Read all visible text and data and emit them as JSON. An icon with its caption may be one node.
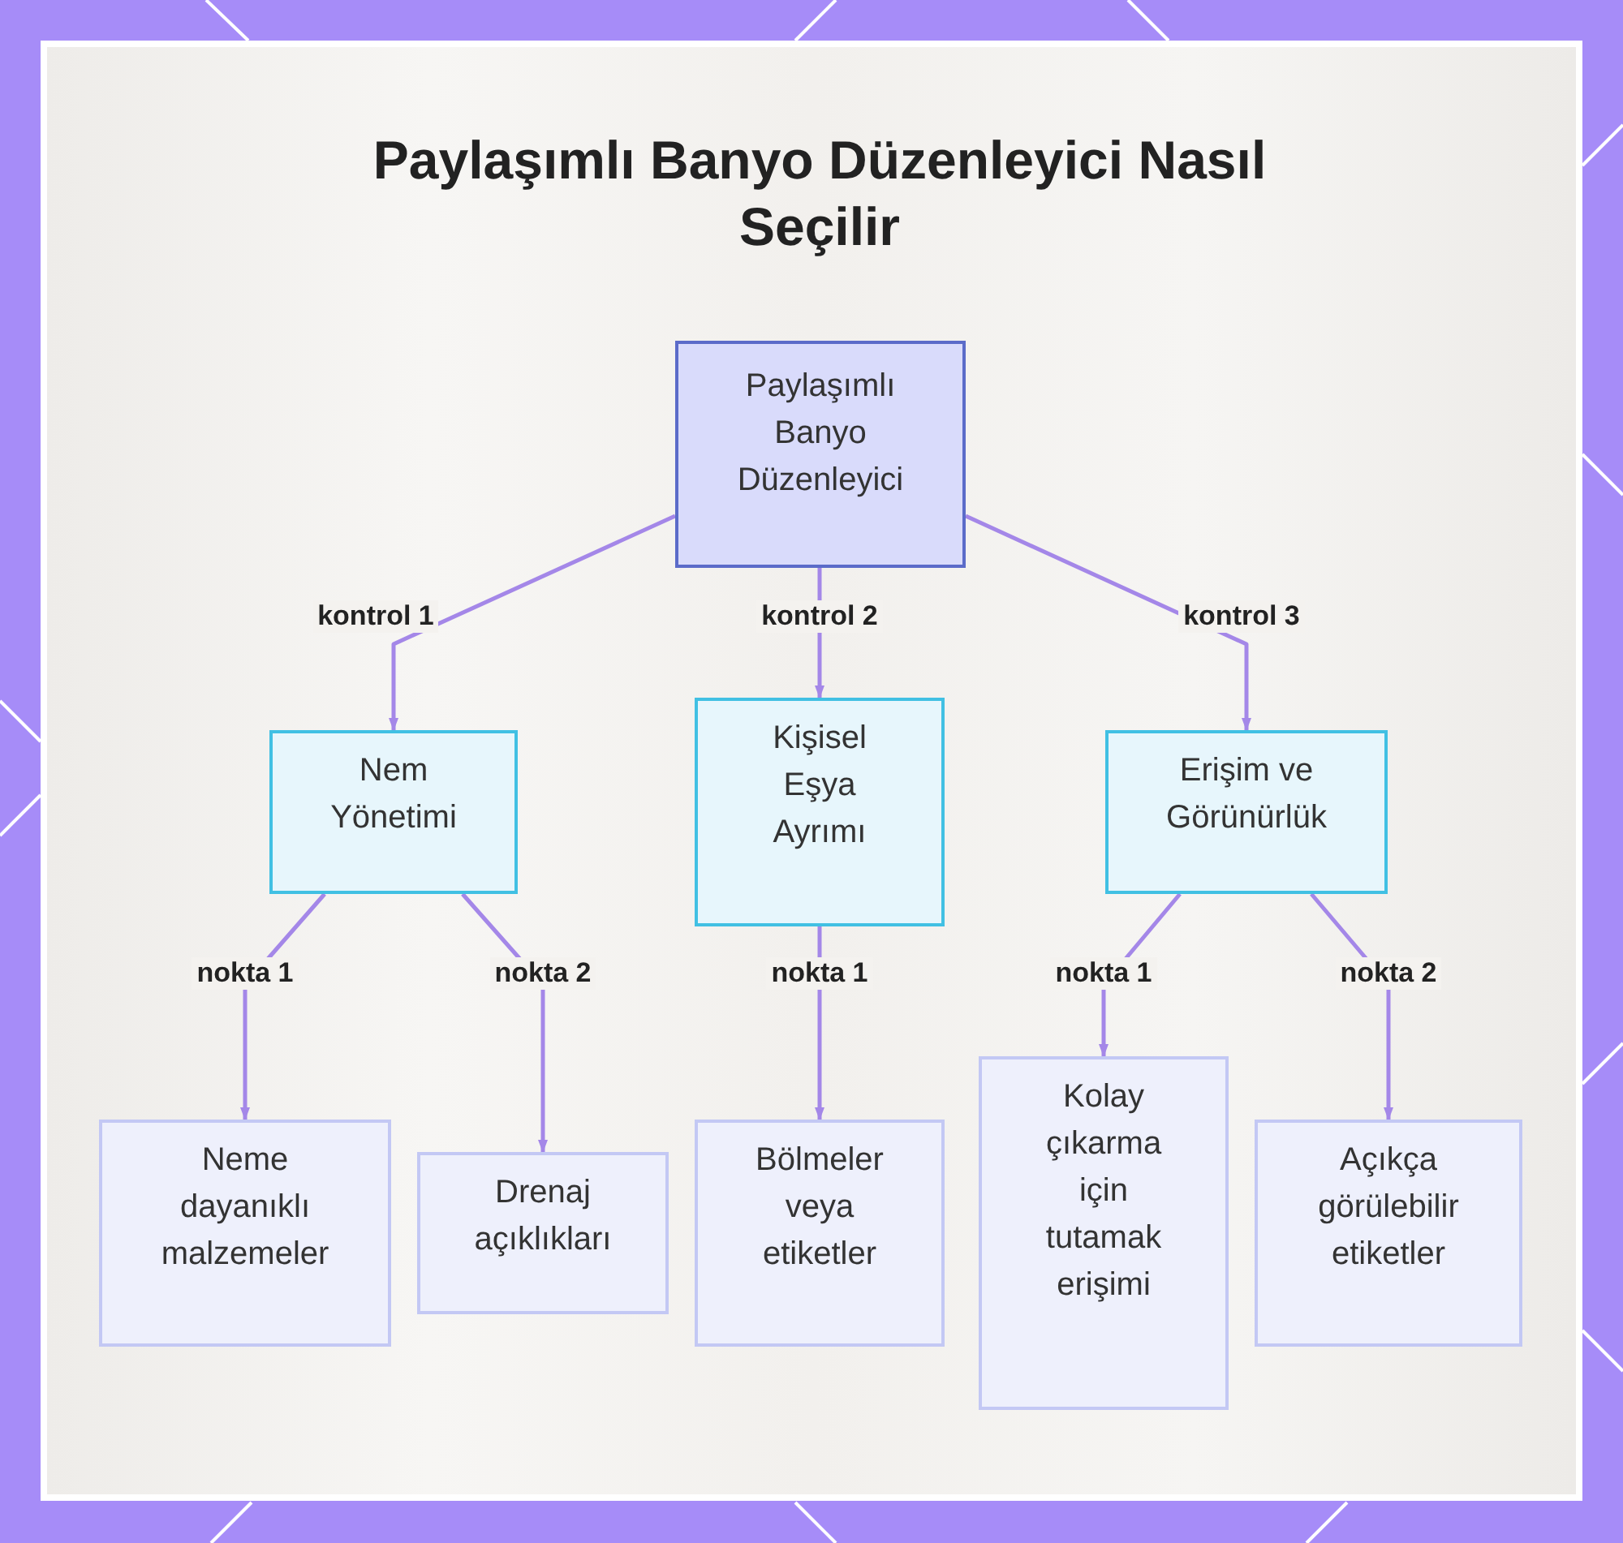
{
  "diagram": {
    "title": "Paylaşımlı Banyo Düzenleyici Nasıl Seçilir",
    "nodes": [
      {
        "text": [
          "Paylaşımlı Banyo Düzenleyici"
        ]
      },
      {
        "text": [
          "Nem Yönetimi"
        ]
      },
      {
        "text": [
          "Kişisel Eşya Ayrımı"
        ]
      },
      {
        "text": [
          "Erişim ve Görünürlük"
        ]
      },
      {
        "text": [
          "Neme dayanıklı malzemeler"
        ]
      },
      {
        "text": [
          "Drenaj açıklıkları"
        ]
      },
      {
        "text": [
          "Bölmeler veya etiketler"
        ]
      },
      {
        "text": [
          "Kolay çıkarma için tutamak erişimi"
        ]
      },
      {
        "text": [
          "Açıkça görülebilir etiketler"
        ]
      }
    ],
    "edges": [
      {
        "from": 0,
        "to": 1,
        "arrow": "to",
        "label": "kontrol 1"
      },
      {
        "from": 0,
        "to": 2,
        "arrow": "to",
        "label": "kontrol 2"
      },
      {
        "from": 0,
        "to": 3,
        "arrow": "to",
        "label": "kontrol 3"
      },
      {
        "from": 1,
        "to": 4,
        "arrow": "to",
        "label": "nokta 1"
      },
      {
        "from": 1,
        "to": 5,
        "arrow": "to",
        "label": "nokta 2"
      },
      {
        "from": 2,
        "to": 6,
        "arrow": "to",
        "label": "nokta 1"
      },
      {
        "from": 3,
        "to": 7,
        "arrow": "to",
        "label": "nokta 1"
      },
      {
        "from": 3,
        "to": 8,
        "arrow": "to",
        "label": "nokta 2"
      }
    ]
  }
}
